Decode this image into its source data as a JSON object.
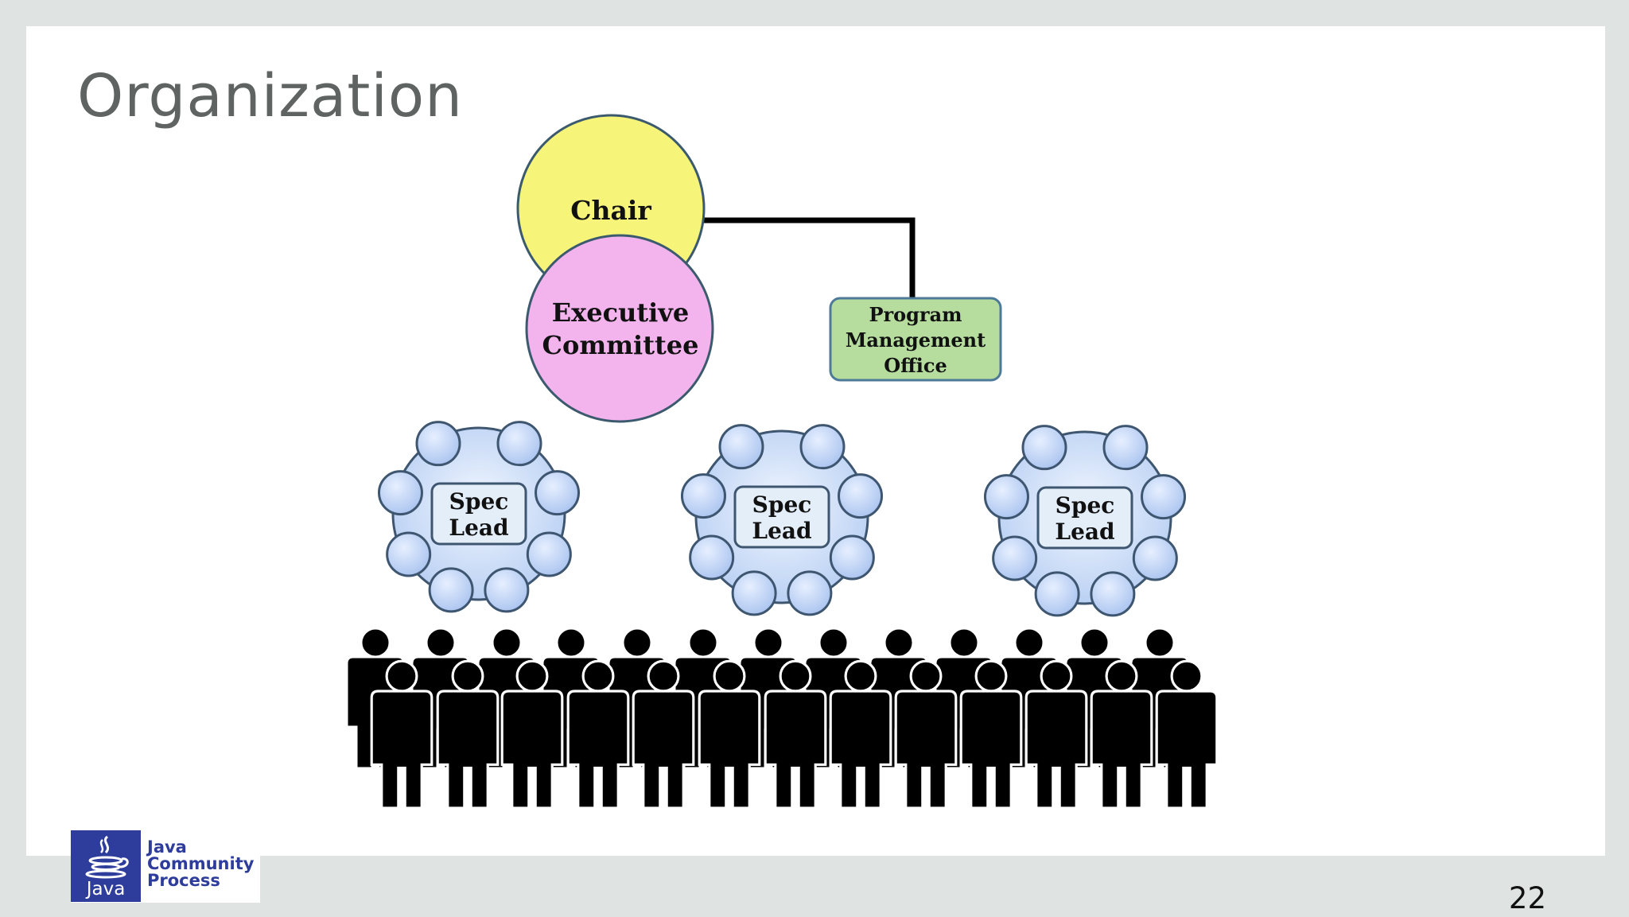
{
  "slide": {
    "title": "Organization",
    "page_number": "22"
  },
  "diagram": {
    "chair": "Chair",
    "executive_committee": [
      "Executive",
      "Committee"
    ],
    "program_management_office": [
      "Program",
      "Management",
      "Office"
    ],
    "spec_groups": [
      {
        "label": [
          "Spec",
          "Lead"
        ]
      },
      {
        "label": [
          "Spec",
          "Lead"
        ]
      },
      {
        "label": [
          "Spec",
          "Lead"
        ]
      }
    ],
    "community_icon": "people-crowd-icon"
  },
  "logo": {
    "mark_word": "Java",
    "lines": [
      "Java",
      "Community",
      "Process"
    ],
    "icon": "java-coffee-cup-icon"
  },
  "colors": {
    "chair_fill": "#f7f47a",
    "executive_fill": "#f3b4ee",
    "pmo_fill": "#b6dd9e",
    "spec_fill": "#c8dcf6",
    "logo_blue": "#2e3d9c"
  }
}
